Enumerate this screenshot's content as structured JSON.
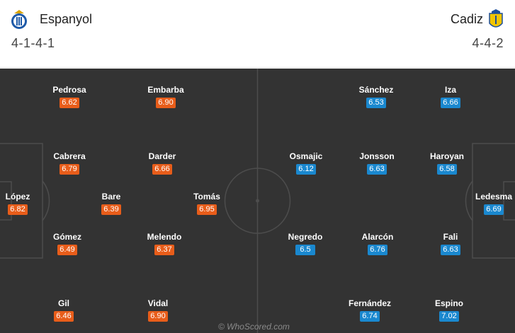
{
  "home": {
    "name": "Espanyol",
    "formation": "4-1-4-1",
    "rating_color": "#e85d1a",
    "crest_icon": "espanyol-crest-icon",
    "players": [
      {
        "name": "Pedrosa",
        "rating": "6.62"
      },
      {
        "name": "Embarba",
        "rating": "6.90"
      },
      {
        "name": "Cabrera",
        "rating": "6.79"
      },
      {
        "name": "Darder",
        "rating": "6.66"
      },
      {
        "name": "López",
        "rating": "6.82"
      },
      {
        "name": "Bare",
        "rating": "6.39"
      },
      {
        "name": "Tomás",
        "rating": "6.95"
      },
      {
        "name": "Gómez",
        "rating": "6.49"
      },
      {
        "name": "Melendo",
        "rating": "6.37"
      },
      {
        "name": "Gil",
        "rating": "6.46"
      },
      {
        "name": "Vidal",
        "rating": "6.90"
      }
    ]
  },
  "away": {
    "name": "Cadiz",
    "formation": "4-4-2",
    "rating_color": "#1a88cf",
    "crest_icon": "cadiz-crest-icon",
    "players": [
      {
        "name": "Sánchez",
        "rating": "6.53"
      },
      {
        "name": "Iza",
        "rating": "6.66"
      },
      {
        "name": "Osmajic",
        "rating": "6.12"
      },
      {
        "name": "Jonsson",
        "rating": "6.63"
      },
      {
        "name": "Haroyan",
        "rating": "6.58"
      },
      {
        "name": "Ledesma",
        "rating": "6.69"
      },
      {
        "name": "Negredo",
        "rating": "6.5"
      },
      {
        "name": "Alarcón",
        "rating": "6.76"
      },
      {
        "name": "Fali",
        "rating": "6.63"
      },
      {
        "name": "Fernández",
        "rating": "6.74"
      },
      {
        "name": "Espino",
        "rating": "7.02"
      }
    ]
  },
  "pitch_color": "#333333",
  "watermark": "© WhoScored.com"
}
